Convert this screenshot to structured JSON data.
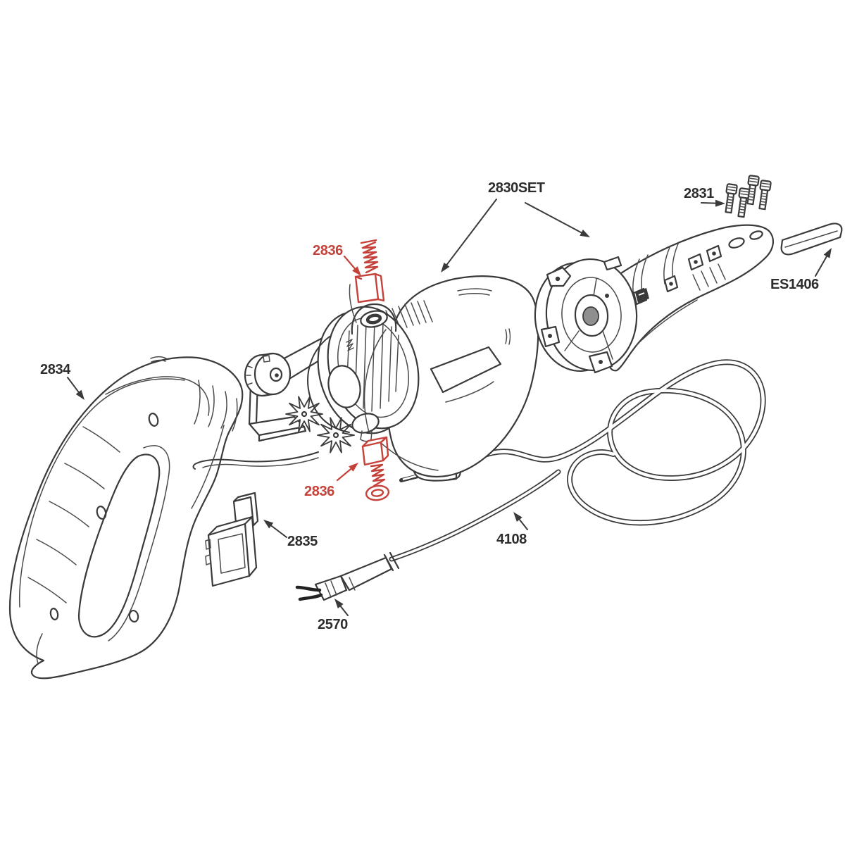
{
  "diagram": {
    "type": "exploded-parts-diagram",
    "background_color": "#ffffff",
    "line_color": "#3a3a3a",
    "highlight_color": "#c4423a",
    "labels": {
      "assembly_set": "2830SET",
      "screws": "2831",
      "blade": "ES1406",
      "carbon_brush_upper": "2836",
      "carbon_brush_lower": "2836",
      "housing": "2834",
      "switch": "2835",
      "power_cord": "4108",
      "cord_sleeve": "2570"
    }
  }
}
